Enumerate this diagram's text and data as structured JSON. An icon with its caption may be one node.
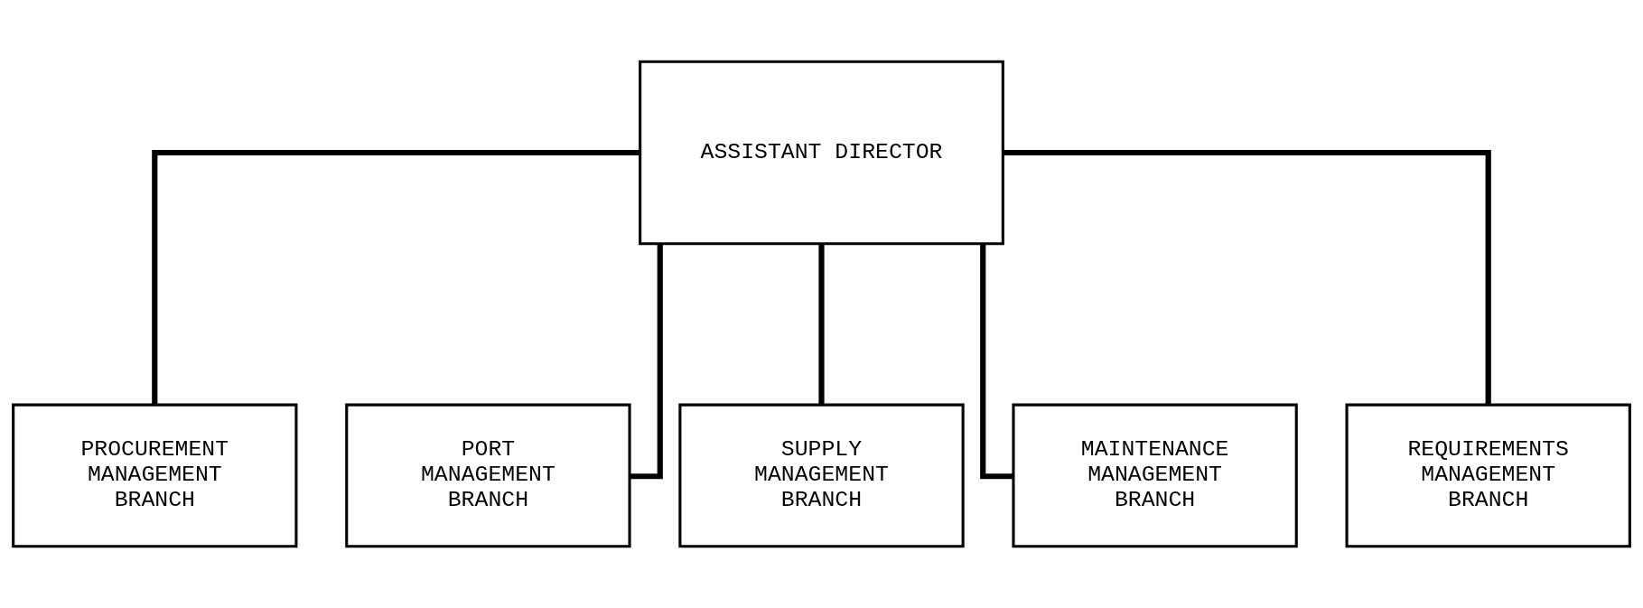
{
  "diagram": {
    "nodes": [
      {
        "text": [
          "ASSISTANT DIRECTOR"
        ]
      },
      {
        "text": [
          "PROCUREMENT MANAGEMENT BRANCH"
        ]
      },
      {
        "text": [
          "PORT MANAGEMENT BRANCH"
        ]
      },
      {
        "text": [
          "SUPPLY MANAGEMENT BRANCH"
        ]
      },
      {
        "text": [
          "MAINTENANCE MANAGEMENT BRANCH"
        ]
      },
      {
        "text": [
          "REQUIREMENTS MANAGEMENT BRANCH"
        ]
      }
    ],
    "edges": [
      {
        "from": 0,
        "to": 1,
        "arrow": "none"
      },
      {
        "from": 0,
        "to": 2,
        "arrow": "none"
      },
      {
        "from": 0,
        "to": 3,
        "arrow": "none"
      },
      {
        "from": 0,
        "to": 4,
        "arrow": "none"
      },
      {
        "from": 0,
        "to": 5,
        "arrow": "none"
      }
    ]
  }
}
